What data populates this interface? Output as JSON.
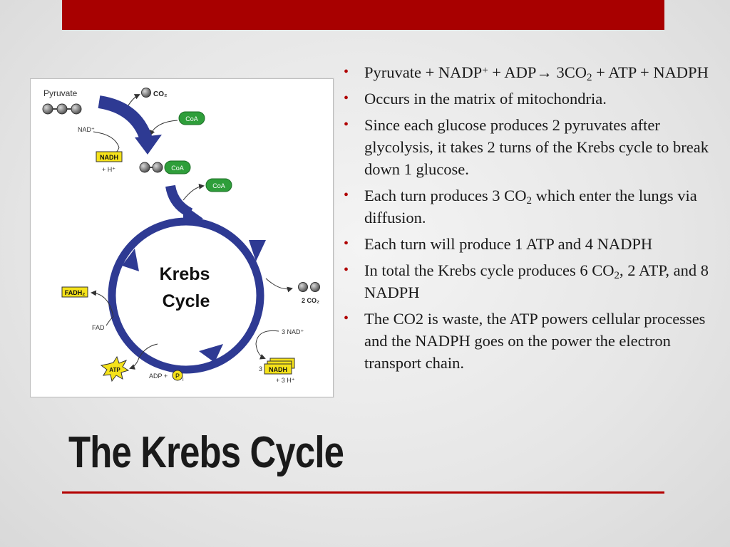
{
  "slide": {
    "title": "The Krebs Cycle",
    "accent_color": "#a80000"
  },
  "bullets": [
    {
      "pre": "Pyruvate + NADP",
      "sup": "+",
      "mid": " + ADP→ 3CO",
      "sub": "2",
      "post": " + ATP + NADPH"
    },
    {
      "text": "Occurs in the matrix of mitochondria."
    },
    {
      "text": "Since each glucose produces 2 pyruvates after glycolysis, it takes 2 turns of the Krebs cycle to break down 1 glucose."
    },
    {
      "pre": "Each turn produces  3 CO",
      "sub": "2",
      "post": " which enter the lungs via diffusion."
    },
    {
      "text": "Each turn will produce 1 ATP and 4 NADPH"
    },
    {
      "pre": "In total the Krebs cycle produces 6 CO",
      "sub": "2",
      "post": ", 2 ATP, and 8 NADPH"
    },
    {
      "text": "The CO2 is waste, the ATP powers cellular processes and the NADPH goes on the power the electron transport chain."
    }
  ],
  "diagram": {
    "cycle_label_line1": "Krebs",
    "cycle_label_line2": "Cycle",
    "pyruvate": "Pyruvate",
    "co2": "CO₂",
    "coa": "CoA",
    "nad_plus": "NAD⁺",
    "nadh": "NADH",
    "h_plus": "+ H⁺",
    "two_co2": "2 CO₂",
    "three_nad": "3 NAD⁺",
    "three": "3",
    "three_h": "+ 3 H⁺",
    "fadh2": "FADH₂",
    "fad": "FAD",
    "atp": "ATP",
    "adp_plus": "ADP +",
    "p": "P",
    "pi_sub": "i",
    "colors": {
      "cycle_blue": "#2e3a93",
      "coa_green": "#2e9e3a",
      "nadh_yellow": "#f5e21a",
      "molecule_gray": "#8a8a8a"
    }
  }
}
